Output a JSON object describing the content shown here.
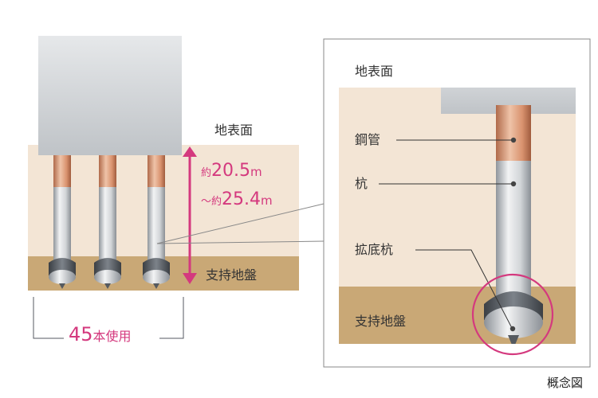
{
  "left_diagram": {
    "ground_surface_label": "地表面",
    "depth_line1_prefix": "約",
    "depth_line1_value": "20.5",
    "depth_line1_unit": "m",
    "depth_line2_prefix": "～約",
    "depth_line2_value": "25.4",
    "depth_line2_unit": "m",
    "bearing_layer_label": "支持地盤",
    "pile_count_number": "45",
    "pile_count_suffix": "本使用"
  },
  "detail_diagram": {
    "ground_surface_label": "地表面",
    "steel_pipe_label": "鋼管",
    "pile_label": "杭",
    "expanded_base_pile_label": "拡底杭",
    "bearing_layer_label": "支持地盤"
  },
  "note": "概念図",
  "colors": {
    "soil": "#f3e5d5",
    "bearing_layer": "#c9a876",
    "foundation": "#d4d7da",
    "steel_pipe": "#d0906e",
    "pile": "#dcdee1",
    "accent_pink": "#d4397e",
    "frame": "#888888"
  }
}
